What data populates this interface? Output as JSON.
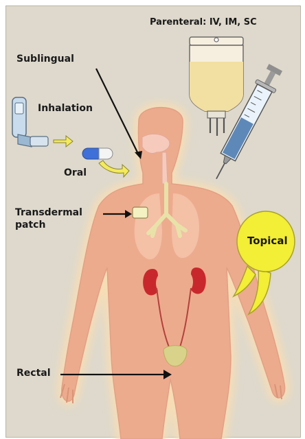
{
  "labels": {
    "parenteral": "Parenteral: IV, IM, SC",
    "sublingual": "Sublingual",
    "inhalation": "Inhalation",
    "oral": "Oral",
    "transdermal_line1": "Transdermal",
    "transdermal_line2": "patch",
    "topical": "Topical",
    "rectal": "Rectal"
  },
  "colors": {
    "background": "#ded9cc",
    "body_fill": "#edab8e",
    "body_glow": "#f6ddb6",
    "lungs": "#f5c3aa",
    "airways": "#e8e2a8",
    "kidneys": "#c8282c",
    "bladder": "#d9d28a",
    "iv_bag": "#f2dfa2",
    "syringe_fluid": "#5e88b7",
    "topical_bubble": "#f3ee36",
    "pill_blue": "#3f6fd8",
    "arrow_yellow": "#f3ea5c",
    "leader_line": "#111111"
  },
  "icons": [
    "iv-bag-icon",
    "syringe-icon",
    "inhaler-icon",
    "capsule-icon",
    "transdermal-patch-icon",
    "topical-cream-bubble-icon"
  ]
}
